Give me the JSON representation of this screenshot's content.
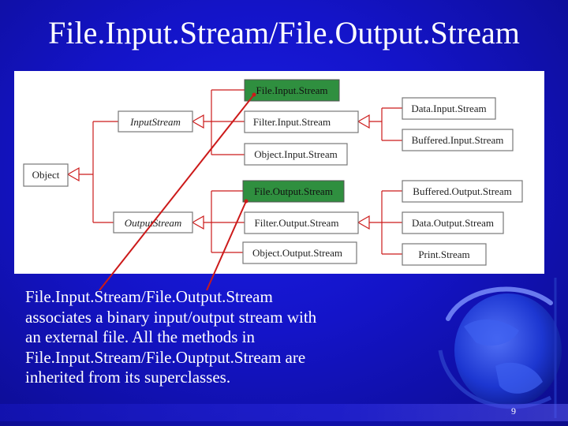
{
  "title": "File.Input.Stream/File.Output.Stream",
  "diagram": {
    "root": "Object",
    "abstract_classes": [
      "InputStream",
      "OutputStream"
    ],
    "input_subclasses": [
      "File.Input.Stream",
      "Filter.Input.Stream",
      "Object.Input.Stream"
    ],
    "output_subclasses": [
      "File.Output.Stream",
      "Filter.Output.Stream",
      "Object.Output.Stream"
    ],
    "filter_input_subclasses": [
      "Data.Input.Stream",
      "Buffered.Input.Stream"
    ],
    "output_extra_classes": [
      "Buffered.Output.Stream",
      "Data.Output.Stream",
      "Print.Stream"
    ],
    "highlight_color": "#2f8f3f",
    "pointer_color": "#cc1a1a"
  },
  "body_lines": [
    "File.Input.Stream/File.Output.Stream",
    "associates a binary input/output stream with",
    "an external file. All the methods in",
    "File.Input.Stream/File.Ouptput.Stream are",
    "inherited from its superclasses."
  ],
  "page_number": "9"
}
